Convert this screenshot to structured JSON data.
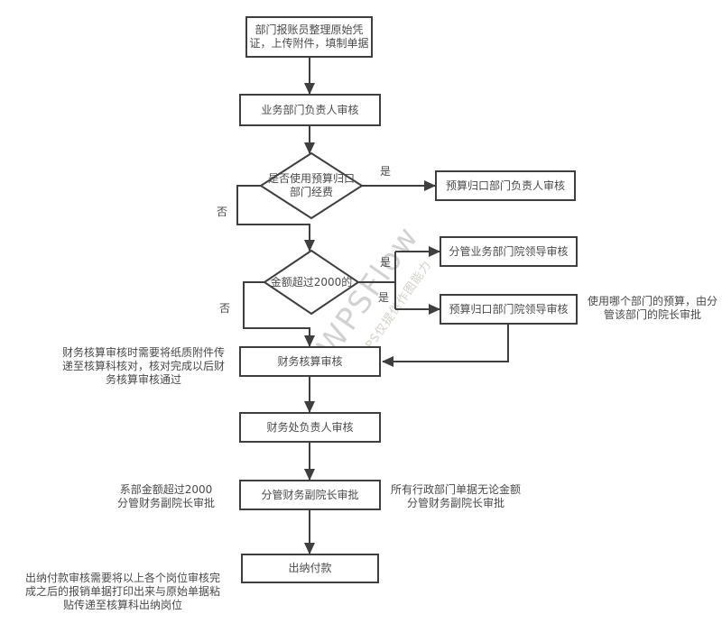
{
  "canvas": {
    "background": "#ffffff",
    "stroke_color": "#3f3f3f",
    "text_color": "#4a4a4a"
  },
  "watermark": {
    "title": "WPSFlow",
    "subtitle": "WPS仅提供作图能力"
  },
  "nodes": {
    "prepare": {
      "type": "process",
      "label": "部门报账员整理原始凭\n证，上传附件，填制单据"
    },
    "business_manager_review": {
      "type": "process",
      "label": "业务部门负责人审核"
    },
    "use_budget_decision": {
      "type": "decision",
      "label": "是否使用预算归口\n部门经费"
    },
    "budget_dept_manager_review": {
      "type": "process",
      "label": "预算归口部门负责人审核"
    },
    "amount_decision": {
      "type": "decision",
      "label": "金额超过2000的"
    },
    "business_vp_review": {
      "type": "process",
      "label": "分管业务部门院领导审核"
    },
    "budget_vp_review": {
      "type": "process",
      "label": "预算归口部门院领导审核"
    },
    "accounting_review": {
      "type": "process",
      "label": "财务核算审核"
    },
    "finance_office_manager_review": {
      "type": "process",
      "label": "财务处负责人审核"
    },
    "finance_vp_approval": {
      "type": "process",
      "label": "分管财务副院长审批"
    },
    "cashier_payment": {
      "type": "process",
      "label": "出纳付款"
    }
  },
  "edge_labels": {
    "use_budget_yes": "是",
    "use_budget_no": "否",
    "amount_yes_top": "是",
    "amount_yes_bottom": "是",
    "amount_no": "否"
  },
  "annotations": {
    "budget_vp_note": "使用哪个部门的预算，由分\n管该部门的院长审批",
    "accounting_note": "财务核算审核时需要将纸质附件传\n递至核算科核对，核对完成以后财\n务核算审核通过",
    "finance_vp_left_note": "系部金额超过2000\n分管财务副院长审批",
    "finance_vp_right_note": "所有行政部门单据无论金额\n分管财务副院长审批",
    "cashier_note": "出纳付款审核需要将以上各个岗位审核完\n成之后的报销单据打印出来与原始单据粘\n贴传递至核算科出纳岗位"
  }
}
